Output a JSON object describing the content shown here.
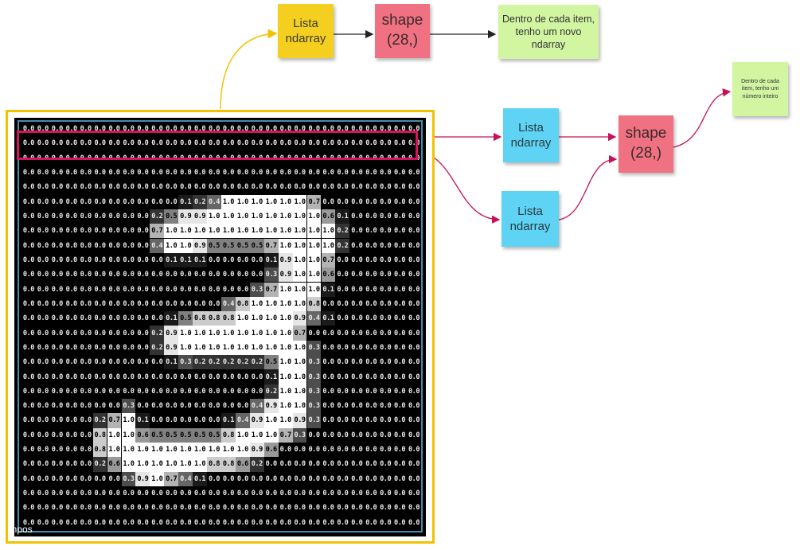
{
  "notes": {
    "top_list": "Lista\nndarray",
    "top_shape": "shape\n(28,)",
    "top_inside": "Dentro de cada item, tenho um novo ndarray",
    "row_list_1": "Lista\nndarray",
    "row_list_2": "Lista\nndarray",
    "row_shape": "shape\n(28,)",
    "row_inside": "Dentro de cada item, tenho um número inteiro"
  },
  "caption": "inpos",
  "colors": {
    "yellow_note": "#f5cf1f",
    "pink_note": "#f07282",
    "green_note": "#d2f5a2",
    "blue_note": "#5fd3f3",
    "frame": "#f2c200",
    "highlight": "#d6135f",
    "yellow_arrow": "#f2c200",
    "magenta_arrow": "#c8105a"
  },
  "matrix": [
    "0.0 0.0 0.0 0.0 0.0 0.0 0.0 0.0 0.0 0.0 0.0 0.0 0.0 0.0 0.0 0.0 0.0 0.0 0.0 0.0 0.0 0.0 0.0 0.0 0.0 0.0 0.0 0.0",
    "0.0 0.0 0.0 0.0 0.0 0.0 0.0 0.0 0.0 0.0 0.0 0.0 0.0 0.0 0.0 0.0 0.0 0.0 0.0 0.0 0.0 0.0 0.0 0.0 0.0 0.0 0.0 0.0",
    "0.0 0.0 0.0 0.0 0.0 0.0 0.0 0.0 0.0 0.0 0.0 0.0 0.0 0.0 0.0 0.0 0.0 0.0 0.0 0.0 0.0 0.0 0.0 0.0 0.0 0.0 0.0 0.0",
    "0.0 0.0 0.0 0.0 0.0 0.0 0.0 0.0 0.0 0.0 0.0 0.0 0.0 0.0 0.0 0.0 0.0 0.0 0.0 0.0 0.0 0.0 0.0 0.0 0.0 0.0 0.0 0.0",
    "0.0 0.0 0.0 0.0 0.0 0.0 0.0 0.0 0.0 0.0 0.0 0.0 0.0 0.0 0.0 0.0 0.0 0.0 0.0 0.0 0.0 0.0 0.0 0.0 0.0 0.0 0.0 0.0",
    "0.0 0.0 0.0 0.0 0.0 0.0 0.0 0.0 0.0 0.0 0.0 0.1 0.2 0.4 1.0 1.0 1.0 1.0 1.0 1.0 0.7 0.0 0.0 0.0 0.0 0.0 0.0 0.0",
    "0.0 0.0 0.0 0.0 0.0 0.0 0.0 0.0 0.0 0.2 0.5 0.9 0.9 1.0 1.0 1.0 1.0 1.0 1.0 1.0 1.0 0.6 0.1 0.0 0.0 0.0 0.0 0.0",
    "0.0 0.0 0.0 0.0 0.0 0.0 0.0 0.0 0.0 0.7 1.0 1.0 1.0 1.0 1.0 1.0 1.0 1.0 1.0 1.0 1.0 1.0 0.2 0.0 0.0 0.0 0.0 0.0",
    "0.0 0.0 0.0 0.0 0.0 0.0 0.0 0.0 0.0 0.4 1.0 1.0 0.9 0.5 0.5 0.5 0.5 0.7 1.0 1.0 1.0 1.0 0.2 0.0 0.0 0.0 0.0 0.0",
    "0.0 0.0 0.0 0.0 0.0 0.0 0.0 0.0 0.0 0.0 0.1 0.1 0.1 0.0 0.0 0.0 0.0 0.1 0.9 1.0 1.0 0.7 0.0 0.0 0.0 0.0 0.0 0.0",
    "0.0 0.0 0.0 0.0 0.0 0.0 0.0 0.0 0.0 0.0 0.0 0.0 0.0 0.0 0.0 0.0 0.0 0.3 0.9 1.0 1.0 0.6 0.0 0.0 0.0 0.0 0.0 0.0",
    "0.0 0.0 0.0 0.0 0.0 0.0 0.0 0.0 0.0 0.0 0.0 0.0 0.0 0.0 0.0 0.0 0.3 0.7 1.0 1.0 1.0 0.1 0.0 0.0 0.0 0.0 0.0 0.0",
    "0.0 0.0 0.0 0.0 0.0 0.0 0.0 0.0 0.0 0.0 0.0 0.0 0.0 0.0 0.4 0.8 1.0 1.0 1.0 1.0 0.8 0.0 0.0 0.0 0.0 0.0 0.0 0.0",
    "0.0 0.0 0.0 0.0 0.0 0.0 0.0 0.0 0.0 0.0 0.1 0.5 0.8 0.8 0.8 1.0 1.0 1.0 1.0 0.9 0.4 0.1 0.0 0.0 0.0 0.0 0.0 0.0",
    "0.0 0.0 0.0 0.0 0.0 0.0 0.0 0.0 0.0 0.2 0.9 1.0 1.0 1.0 1.0 1.0 1.0 1.0 1.0 0.7 0.0 0.0 0.0 0.0 0.0 0.0 0.0 0.0",
    "0.0 0.0 0.0 0.0 0.0 0.0 0.0 0.0 0.0 0.2 0.9 1.0 1.0 1.0 1.0 1.0 1.0 1.0 1.0 1.0 0.3 0.0 0.0 0.0 0.0 0.0 0.0 0.0",
    "0.0 0.0 0.0 0.0 0.0 0.0 0.0 0.0 0.0 0.0 0.1 0.3 0.2 0.2 0.2 0.2 0.2 0.5 1.0 1.0 0.3 0.0 0.0 0.0 0.0 0.0 0.0 0.0",
    "0.0 0.0 0.0 0.0 0.0 0.0 0.0 0.0 0.0 0.0 0.0 0.0 0.0 0.0 0.0 0.0 0.0 0.1 1.0 1.0 0.3 0.0 0.0 0.0 0.0 0.0 0.0 0.0",
    "0.0 0.0 0.0 0.0 0.0 0.0 0.0 0.0 0.0 0.0 0.0 0.0 0.0 0.0 0.0 0.0 0.0 0.2 1.0 1.0 0.3 0.0 0.0 0.0 0.0 0.0 0.0 0.0",
    "0.0 0.0 0.0 0.0 0.0 0.0 0.0 0.3 0.0 0.0 0.0 0.0 0.0 0.0 0.0 0.0 0.4 0.9 1.0 1.0 0.3 0.0 0.0 0.0 0.0 0.0 0.0 0.0",
    "0.0 0.0 0.0 0.0 0.0 0.2 0.7 1.0 0.1 0.0 0.0 0.0 0.0 0.0 0.1 0.4 0.9 1.0 1.0 0.9 0.3 0.0 0.0 0.0 0.0 0.0 0.0 0.0",
    "0.0 0.0 0.0 0.0 0.0 0.8 1.0 1.0 0.6 0.5 0.5 0.5 0.5 0.5 0.8 1.0 1.0 1.0 0.7 0.3 0.0 0.0 0.0 0.0 0.0 0.0 0.0 0.0",
    "0.0 0.0 0.0 0.0 0.0 0.8 1.0 1.0 1.0 1.0 1.0 1.0 1.0 1.0 1.0 1.0 0.9 0.6 0.0 0.0 0.0 0.0 0.0 0.0 0.0 0.0 0.0 0.0",
    "0.0 0.0 0.0 0.0 0.0 0.2 0.6 1.0 1.0 1.0 1.0 1.0 1.0 0.8 0.8 0.6 0.2 0.0 0.0 0.0 0.0 0.0 0.0 0.0 0.0 0.0 0.0 0.0",
    "0.0 0.0 0.0 0.0 0.0 0.0 0.0 0.3 0.9 1.0 0.7 0.4 0.1 0.0 0.0 0.0 0.0 0.0 0.0 0.0 0.0 0.0 0.0 0.0 0.0 0.0 0.0 0.0",
    "0.0 0.0 0.0 0.0 0.0 0.0 0.0 0.0 0.0 0.0 0.0 0.0 0.0 0.0 0.0 0.0 0.0 0.0 0.0 0.0 0.0 0.0 0.0 0.0 0.0 0.0 0.0 0.0",
    "0.0 0.0 0.0 0.0 0.0 0.0 0.0 0.0 0.0 0.0 0.0 0.0 0.0 0.0 0.0 0.0 0.0 0.0 0.0 0.0 0.0 0.0 0.0 0.0 0.0 0.0 0.0 0.0",
    "0.0 0.0 0.0 0.0 0.0 0.0 0.0 0.0 0.0 0.0 0.0 0.0 0.0 0.0 0.0 0.0 0.0 0.0 0.0 0.0 0.0 0.0 0.0 0.0 0.0 0.0 0.0 0.0"
  ]
}
